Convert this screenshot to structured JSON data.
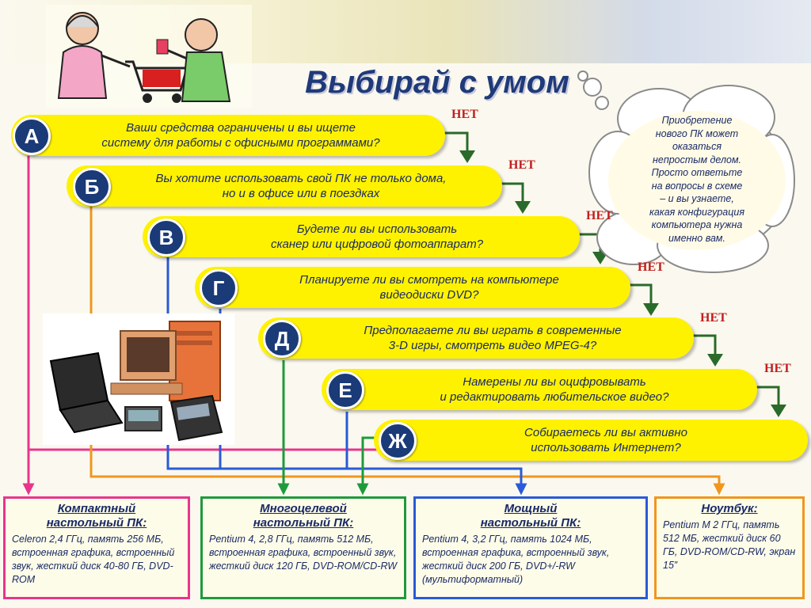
{
  "title": "Выбирай с умом",
  "no_label": "НЕТ",
  "cloud_text": "Приобретение\nнового ПК может\nоказаться\nнепростым делом.\nПросто ответьте\nна вопросы в схеме\n– и вы узнаете,\nкакая конфигурация\nкомпьютера нужна\nименно вам.",
  "questions": [
    {
      "letter": "А",
      "text": "Ваши средства ограничены и вы ищете\nсистему для работы с офисными программами?"
    },
    {
      "letter": "Б",
      "text": "Вы хотите использовать свой ПК не только дома,\nно и в офисе или в поездках"
    },
    {
      "letter": "В",
      "text": "Будете ли вы использовать\nсканер или цифровой фотоаппарат?"
    },
    {
      "letter": "Г",
      "text": "Планируете ли вы смотреть на компьютере\nвидеодиски DVD?"
    },
    {
      "letter": "Д",
      "text": "Предполагаете ли вы играть в современные\n3-D игры, смотреть видео MPEG-4?"
    },
    {
      "letter": "Е",
      "text": "Намерены ли вы оцифровывать\nи редактировать любительское видео?"
    },
    {
      "letter": "Ж",
      "text": "Собираетесь ли вы активно\nиспользовать Интернет?"
    }
  ],
  "results": [
    {
      "title": "Компактный\nнастольный ПК:",
      "desc": "Celeron 2,4 ГГц, память 256 МБ, встроенная графика, встроенный звук, жесткий диск 40-80 ГБ, DVD-ROM",
      "color": "#e8358c"
    },
    {
      "title": "Многоцелевой\nнастольный ПК:",
      "desc": "Pentium 4, 2,8 ГГц, память 512 МБ, встроенная графика, встроенный звук, жесткий диск 120 ГБ, DVD-ROM/CD-RW",
      "color": "#1e9a3c"
    },
    {
      "title": "Мощный\nнастольный ПК:",
      "desc": "Pentium 4, 3,2 ГГц, память 1024 МБ, встроенная графика, встроенный звук, жесткий диск 200 ГБ, DVD+/-RW (мультиформатный)",
      "color": "#2a5ad8"
    },
    {
      "title": "Ноутбук:",
      "desc": "Pentium M 2 ГГц, память 512 МБ, жесткий диск 60 ГБ, DVD-ROM/CD-RW, экран 15”",
      "color": "#f0961e"
    }
  ],
  "colors": {
    "pill": "#fff200",
    "badge": "#1a3a78",
    "arrow_no": "#2a6a2a",
    "line_a": "#e8358c",
    "line_b": "#f0961e",
    "line_v": "#2a5ad8",
    "line_g": "#2a5ad8",
    "line_d": "#1e9a3c",
    "line_e": "#2a5ad8",
    "line_zh": "#1e9a3c"
  }
}
